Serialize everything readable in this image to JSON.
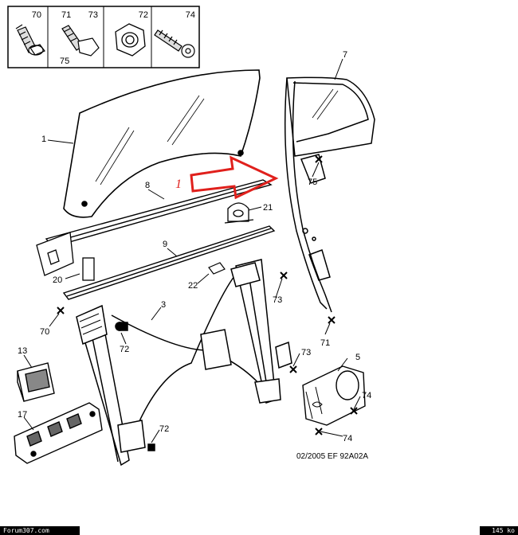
{
  "parts_legend": [
    "70",
    "71",
    "73",
    "75",
    "72",
    "74"
  ],
  "callouts": {
    "c1": "1",
    "c7": "7",
    "c8": "8",
    "c9": "9",
    "c3": "3",
    "c5": "5",
    "c13": "13",
    "c17": "17",
    "c20": "20",
    "c21": "21",
    "c22": "22",
    "c70": "70",
    "c71": "71",
    "c72a": "72",
    "c72b": "72",
    "c73a": "73",
    "c73b": "73",
    "c74a": "74",
    "c74b": "74",
    "c75": "75"
  },
  "annotation": {
    "label": "1",
    "color": "#e0201c"
  },
  "reference": "02/2005  EF 92A02A",
  "footer": {
    "left": "Forum307.com",
    "right": "145 ko"
  },
  "colors": {
    "line": "#000000",
    "hatch": "#222222"
  }
}
